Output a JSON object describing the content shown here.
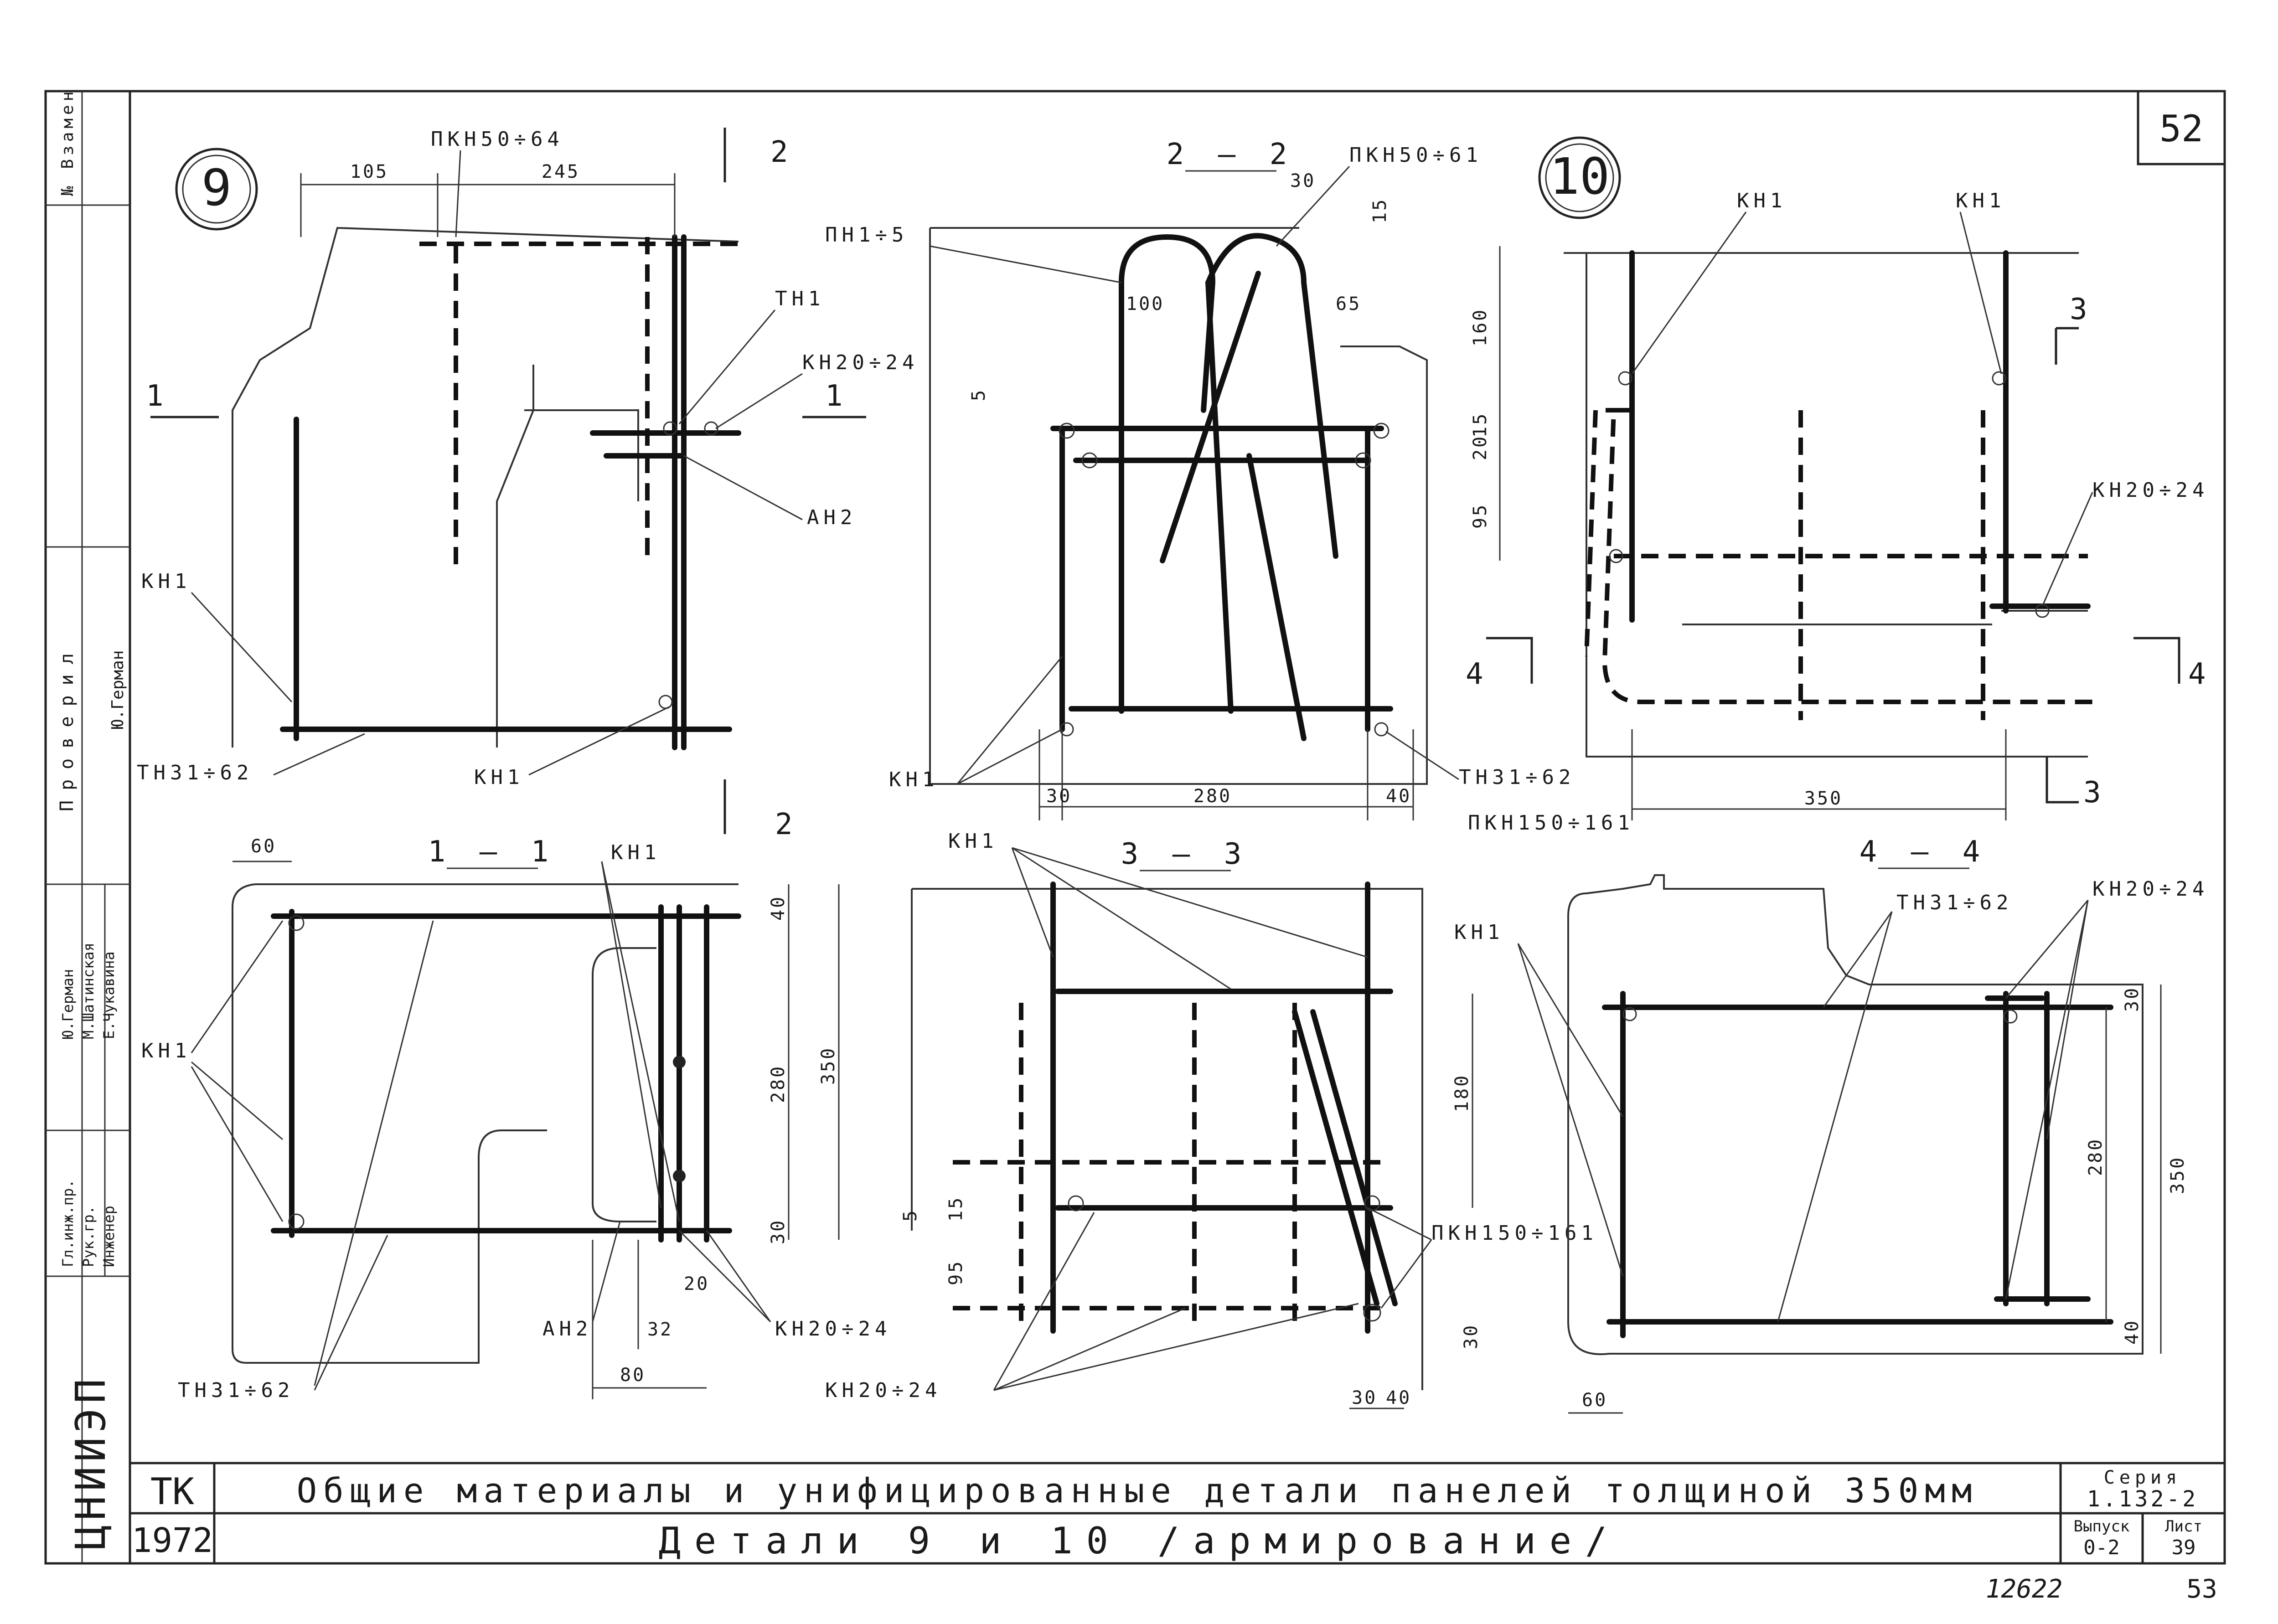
{
  "sheet_number": "52",
  "title_block": {
    "code": "ТК",
    "year": "1972",
    "title_line1": "Общие материалы и унифицированные детали панелей толщиной 350мм",
    "title_line2": "Детали 9 и 10 /армирование/",
    "series_label": "Серия",
    "series_value": "1.132-2",
    "issue_label": "Выпуск",
    "issue_value": "0-2",
    "sheet_label": "Лист",
    "sheet_value": "39"
  },
  "bottom_notes": {
    "inventory": "12622",
    "page": "53"
  },
  "left_strip": {
    "replace_label": "№ Взамен",
    "checked_label": "Проверил",
    "org": "ЦНИИЭП",
    "roles": [
      "Гл.инж.пр.",
      "Рук.гр.",
      "Инженер"
    ],
    "names": [
      "Ю.Герман",
      "М.Шатинская",
      "Е.Чукавина"
    ],
    "checker": "Ю.Герман"
  },
  "detail_9": {
    "number": "9",
    "labels": {
      "pkn": "ПКН50÷64",
      "tn1": "ТН1",
      "kn": "КН20÷24",
      "an2": "АН2",
      "kn1": "КН1",
      "tn": "ТН31÷62"
    },
    "dims": {
      "d105": "105",
      "d245": "245"
    },
    "cut_2": "2",
    "cut_1": "1"
  },
  "section_2_2": {
    "title": "2 — 2",
    "labels": {
      "pkn": "ПКН50÷61",
      "pn": "ПН1÷5",
      "kn1": "КН1",
      "tn": "ТН31÷62",
      "pkn150": "ПКН150÷161"
    },
    "dims": {
      "d30": "30",
      "d15": "15",
      "d100": "100",
      "d65": "65",
      "d160": "160",
      "d5": "5",
      "d20": "20",
      "d15b": "15",
      "d95": "95",
      "d30b": "30",
      "d280": "280",
      "d40": "40"
    }
  },
  "detail_10": {
    "number": "10",
    "labels": {
      "kn1a": "КН1",
      "kn1b": "КН1",
      "kn": "КН20÷24"
    },
    "dims": {
      "d350": "350"
    },
    "cut_3": "3",
    "cut_4": "4"
  },
  "section_1_1": {
    "title": "1 — 1",
    "labels": {
      "kn1a": "КН1",
      "kn1b": "КН1",
      "an2": "АН2",
      "tn": "ТН31÷62",
      "kn": "КН20÷24"
    },
    "dims": {
      "d60": "60",
      "d40": "40",
      "d280": "280",
      "d350": "350",
      "d30": "30",
      "d20": "20",
      "d32": "32",
      "d80": "80"
    }
  },
  "section_3_3": {
    "title": "3 — 3",
    "labels": {
      "kn1": "КН1",
      "pkn": "ПКН150÷161",
      "kn": "КН20÷24"
    },
    "dims": {
      "d180": "180",
      "d5": "5",
      "d15": "15",
      "d95": "95",
      "d30": "30",
      "d30b": "30",
      "d40": "40"
    }
  },
  "section_4_4": {
    "title": "4 — 4",
    "labels": {
      "tn": "ТН31÷62",
      "kn1": "КН1",
      "kn": "КН20÷24"
    },
    "dims": {
      "d30": "30",
      "d280": "280",
      "d350": "350",
      "d40": "40",
      "d60": "60"
    }
  }
}
